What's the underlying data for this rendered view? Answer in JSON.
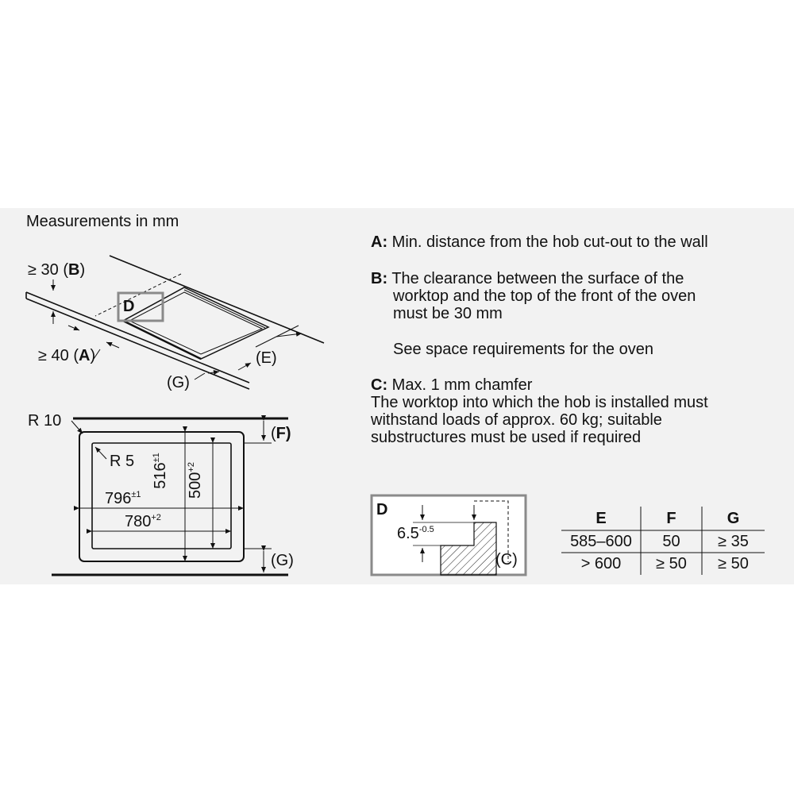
{
  "header": {
    "measurements_label": "Measurements in mm"
  },
  "perspective": {
    "label_b_prefix": "≥ 30 (",
    "label_b_letter": "B",
    "label_b_suffix": ")",
    "label_a_prefix": "≥ 40 (",
    "label_a_letter": "A",
    "label_a_suffix": ")",
    "label_d": "D",
    "label_e": "(E)",
    "label_g": "(G)"
  },
  "cutout": {
    "r10": "R 10",
    "r5": "R 5",
    "w_outer": "796",
    "w_outer_tol": "±1",
    "w_inner": "780",
    "w_inner_tol": "+2",
    "h_outer": "516",
    "h_outer_tol": "±1",
    "h_inner": "500",
    "h_inner_tol": "+2",
    "label_f": "(F)",
    "label_g": "(G)"
  },
  "notes": {
    "a_key": "A:",
    "a_text": "Min. distance from the hob cut-out to the wall",
    "b_key": "B:",
    "b_text_1": "The clearance between the surface of the",
    "b_text_2": "worktop and the top of the front of the oven",
    "b_text_3": "must be 30 mm",
    "see_text": "See space requirements for the oven",
    "c_key": "C:",
    "c_text": "Max. 1 mm chamfer",
    "load_1": "The worktop into which the hob is installed must",
    "load_2": "withstand loads of approx. 60 kg; suitable",
    "load_3": "substructures must be used if required"
  },
  "detail": {
    "title": "D",
    "dim": "6.5",
    "dim_tol": "-0.5",
    "label_c": "(C)",
    "frame_color": "#8a8a8a"
  },
  "table": {
    "headers": [
      "E",
      "F",
      "G"
    ],
    "rows": [
      [
        "585–600",
        "50",
        "≥ 35"
      ],
      [
        "> 600",
        "≥ 50",
        "≥ 50"
      ]
    ]
  }
}
